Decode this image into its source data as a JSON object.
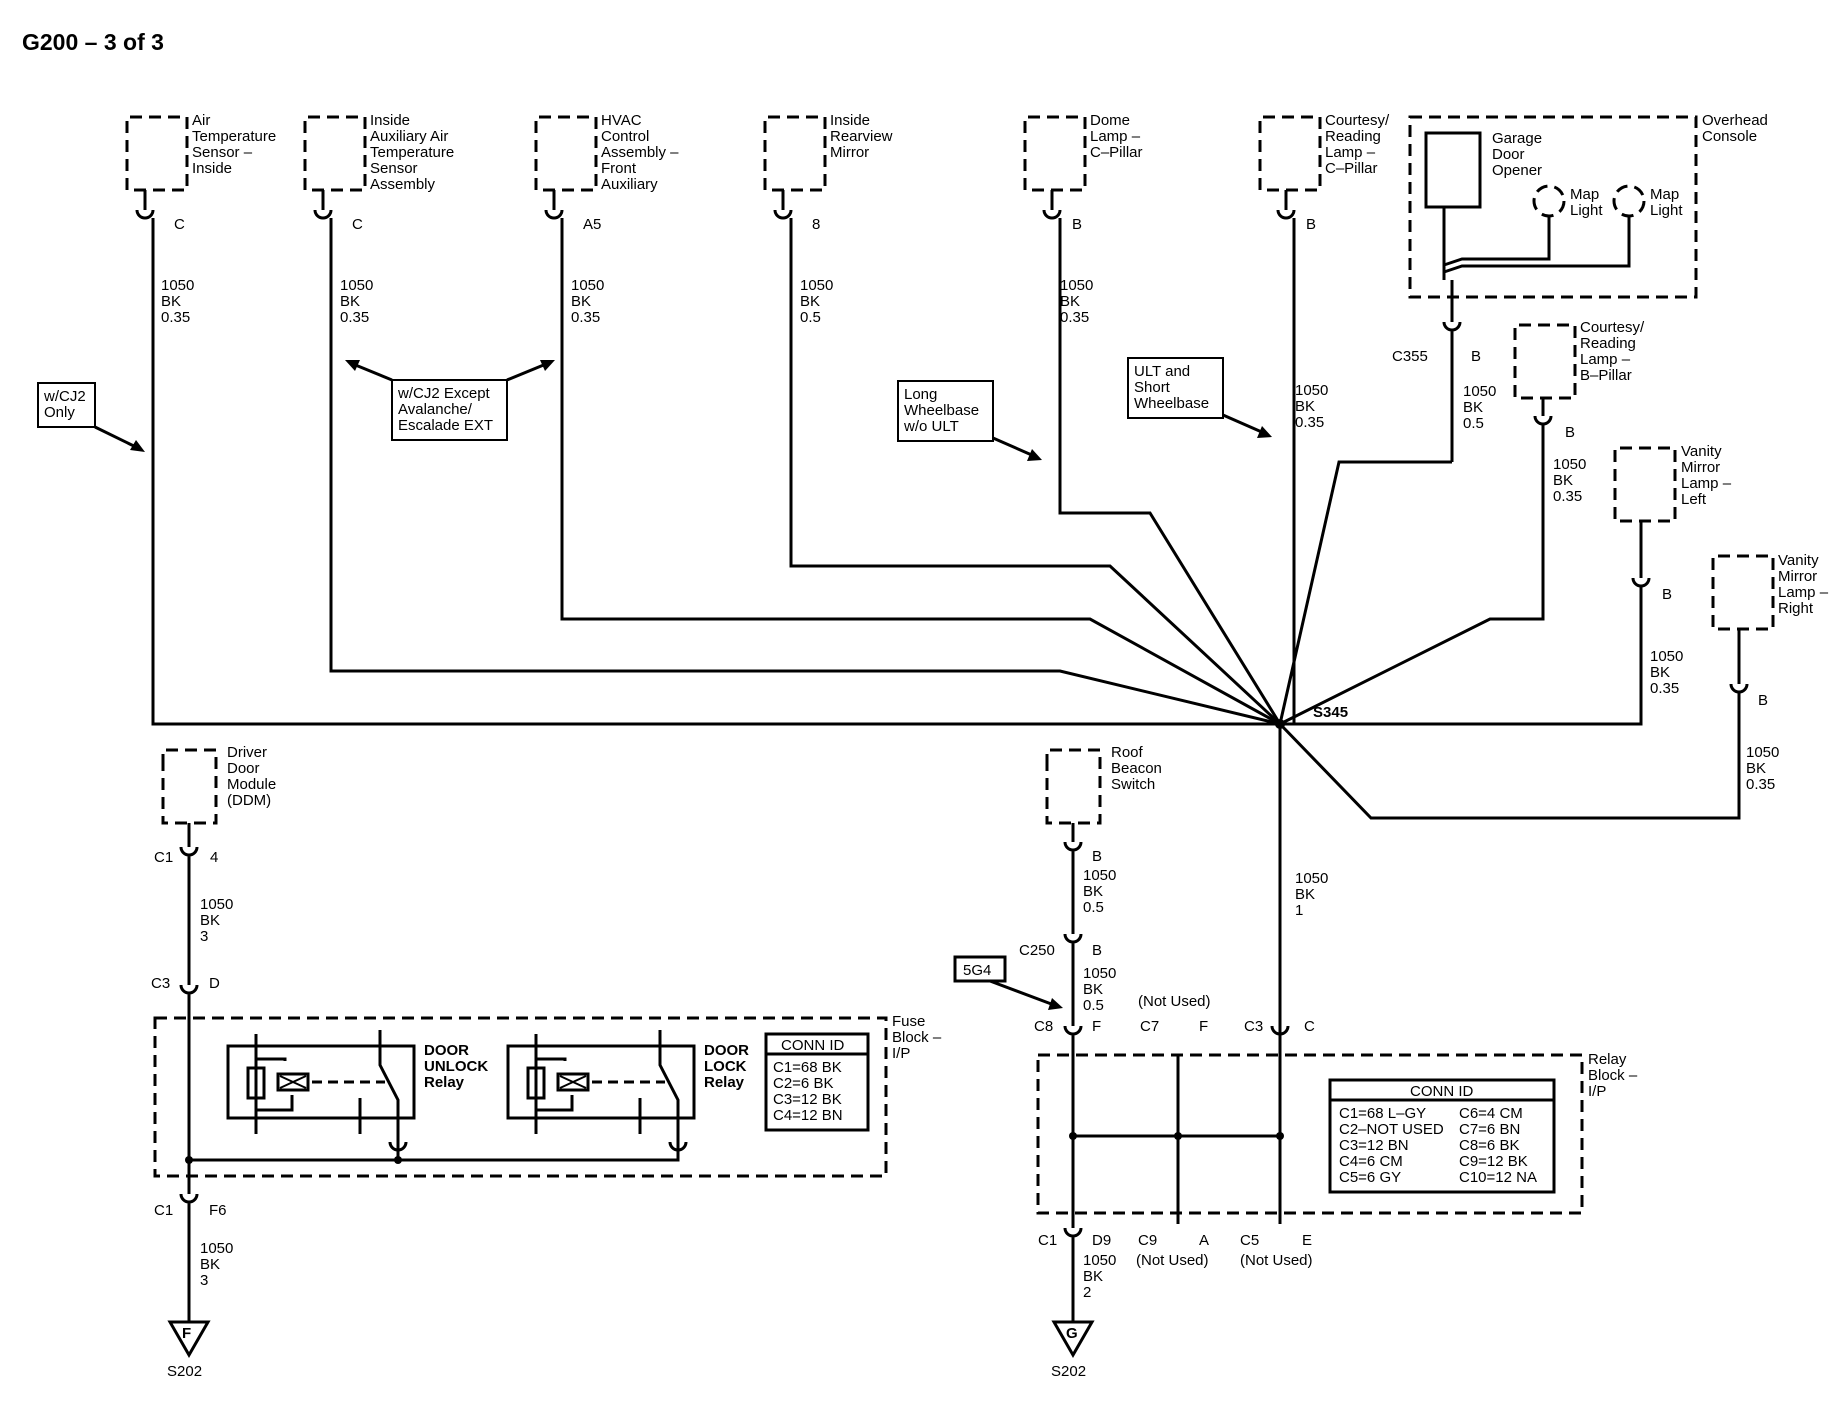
{
  "title": "G200 – 3 of 3",
  "splice": "S345",
  "grounds": {
    "left": {
      "letter": "F",
      "label": "S202"
    },
    "right": {
      "letter": "G",
      "label": "S202"
    }
  },
  "top_components": [
    {
      "name": [
        "Air",
        "Temperature",
        "Sensor –",
        "Inside"
      ],
      "pin": "C",
      "wire": [
        "1050",
        "BK",
        "0.35"
      ]
    },
    {
      "name": [
        "Inside",
        "Auxiliary Air",
        "Temperature",
        "Sensor",
        "Assembly"
      ],
      "pin": "C",
      "wire": [
        "1050",
        "BK",
        "0.35"
      ]
    },
    {
      "name": [
        "HVAC",
        "Control",
        "Assembly –",
        "Front",
        "Auxiliary"
      ],
      "pin": "A5",
      "wire": [
        "1050",
        "BK",
        "0.35"
      ]
    },
    {
      "name": [
        "Inside",
        "Rearview",
        "Mirror"
      ],
      "pin": "8",
      "wire": [
        "1050",
        "BK",
        "0.5"
      ]
    },
    {
      "name": [
        "Dome",
        "Lamp –",
        "C–Pillar"
      ],
      "pin": "B",
      "wire": [
        "1050",
        "BK",
        "0.35"
      ]
    },
    {
      "name": [
        "Courtesy/",
        "Reading",
        "Lamp –",
        "C–Pillar"
      ],
      "pin": "B",
      "wire": [
        "1050",
        "BK",
        "0.35"
      ]
    }
  ],
  "overhead": {
    "title": [
      "Overhead",
      "Console"
    ],
    "garage": [
      "Garage",
      "Door",
      "Opener"
    ],
    "map1": [
      "Map",
      "Light"
    ],
    "map2": [
      "Map",
      "Light"
    ],
    "conn": "C355",
    "pin": "B",
    "wire": [
      "1050",
      "BK",
      "0.5"
    ]
  },
  "right_components": [
    {
      "name": [
        "Courtesy/",
        "Reading",
        "Lamp –",
        "B–Pillar"
      ],
      "pin": "B",
      "wire": [
        "1050",
        "BK",
        "0.35"
      ]
    },
    {
      "name": [
        "Vanity",
        "Mirror",
        "Lamp –",
        "Left"
      ],
      "pin": "B",
      "wire": [
        "1050",
        "BK",
        "0.35"
      ]
    },
    {
      "name": [
        "Vanity",
        "Mirror",
        "Lamp –",
        "Right"
      ],
      "pin": "B",
      "wire": [
        "1050",
        "BK",
        "0.35"
      ]
    }
  ],
  "notes": {
    "cj2_only": [
      "w/CJ2",
      "Only"
    ],
    "cj2_except": [
      "w/CJ2 Except",
      "Avalanche/",
      "Escalade EXT"
    ],
    "long_wb": [
      "Long",
      "Wheelbase",
      "w/o ULT"
    ],
    "ult_short": [
      "ULT and",
      "Short",
      "Wheelbase"
    ],
    "opt_5g4": "5G4"
  },
  "ddm": {
    "name": [
      "Driver",
      "Door",
      "Module",
      "(DDM)"
    ],
    "conn": "C1",
    "pin": "4",
    "wire": [
      "1050",
      "BK",
      "3"
    ],
    "c3": "C3",
    "c3_pin": "D",
    "c1_bottom": "C1",
    "c1_bottom_pin": "F6",
    "wire_bottom": [
      "1050",
      "BK",
      "3"
    ]
  },
  "fuse_block": {
    "label": [
      "Fuse",
      "Block –",
      "I/P"
    ],
    "relay1": [
      "DOOR",
      "UNLOCK",
      "Relay"
    ],
    "relay2": [
      "DOOR",
      "LOCK",
      "Relay"
    ],
    "conn_title": "CONN ID",
    "conn_ids": [
      "C1=68 BK",
      "C2=6 BK",
      "C3=12 BK",
      "C4=12 BN"
    ]
  },
  "roof_beacon": {
    "name": [
      "Roof",
      "Beacon",
      "Switch"
    ],
    "pin": "B",
    "wire1": [
      "1050",
      "BK",
      "0.5"
    ],
    "c250": "C250",
    "c250_pin": "B",
    "wire2": [
      "1050",
      "BK",
      "0.5"
    ]
  },
  "relay_block": {
    "label": [
      "Relay",
      "Block –",
      "I/P"
    ],
    "c8": "C8",
    "c8_pin": "F",
    "c7": "C7",
    "c7_pin": "F",
    "not_used": "(Not Used)",
    "c3": "C3",
    "c3_pin": "C",
    "c1": "C1",
    "c1_pin": "D9",
    "c9": "C9",
    "c9_pin": "A",
    "c5": "C5",
    "c5_pin": "E",
    "wire_bottom": [
      "1050",
      "BK",
      "2"
    ],
    "conn_title": "CONN ID",
    "conn_left": [
      "C1=68 L–GY",
      "C2–NOT USED",
      "C3=12 BN",
      "C4=6 CM",
      "C5=6 GY"
    ],
    "conn_right": [
      "C6=4 CM",
      "C7=6 BN",
      "C8=6 BK",
      "C9=12 BK",
      "C10=12 NA"
    ]
  },
  "main_wire": [
    "1050",
    "BK",
    "1"
  ]
}
